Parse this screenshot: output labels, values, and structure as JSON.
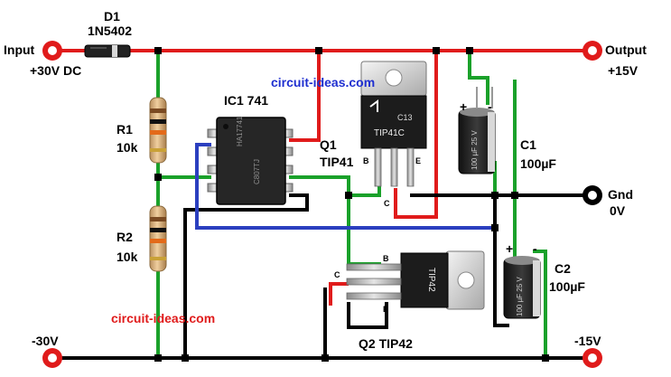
{
  "labels": {
    "d1_ref": "D1",
    "d1_part": "1N5402",
    "input_title": "Input",
    "input_value": "+30V DC",
    "output_title": "Output",
    "output_value": "+15V",
    "ic1": "IC1 741",
    "r1_ref": "R1",
    "r1_value": "10k",
    "r2_ref": "R2",
    "r2_value": "10k",
    "q1_ref": "Q1",
    "q1_part": "TIP41",
    "q2": "Q2 TIP42",
    "c1_ref": "C1",
    "c1_value": "100µF",
    "c2_ref": "C2",
    "c2_value": "100µF",
    "gnd_title": "Gnd",
    "gnd_value": "0V",
    "neg30": "-30V",
    "neg15": "-15V",
    "brand_top": "circuit-ideas.com",
    "brand_bottom": "circuit-ideas.com",
    "pin_b1": "B",
    "pin_e1": "E",
    "pin_c1": "C",
    "pin_c2": "C",
    "pin_b2": "B",
    "pin_e2": "E",
    "plus_c1": "+",
    "minus_c1": "-",
    "plus_c2": "+",
    "minus_c2": "-"
  },
  "package_text": {
    "ic_line1": "HA17741",
    "ic_line2": "C807TJ",
    "tip41_code": "C13",
    "tip41_name": "TIP41C",
    "tip42_name": "TIP42",
    "cap_text": "100 µF 25 V"
  },
  "colors": {
    "positive_wire": "#e01b1b",
    "ground_wire": "#1aa12a",
    "negative_wire": "#000000",
    "feedback_wire": "#2b3fbf",
    "terminal": "#e01b1b",
    "brand": "#1f2fd0"
  }
}
